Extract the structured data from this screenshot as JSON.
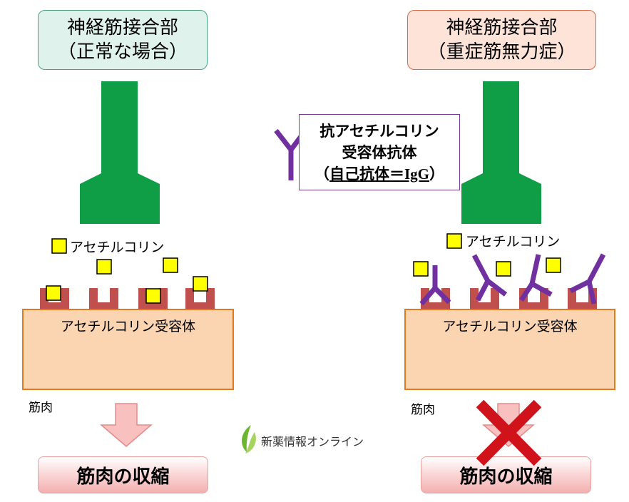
{
  "normal": {
    "title_line1": "神経筋接合部",
    "title_line2": "（正常な場合）",
    "ach_label": "アセチルコリン",
    "receptor_label": "アセチルコリン受容体",
    "muscle_label": "筋肉",
    "result": "筋肉の収縮"
  },
  "mg": {
    "title_line1": "神経筋接合部",
    "title_line2": "（重症筋無力症）",
    "ach_label": "アセチルコリン",
    "receptor_label": "アセチルコリン受容体",
    "muscle_label": "筋肉",
    "result": "筋肉の収縮"
  },
  "antibody_box": {
    "line1": "抗アセチルコリン",
    "line2": "受容体抗体",
    "line3_prefix": "（",
    "line3_main": "自己抗体＝",
    "line3_igg": "IgG",
    "line3_suffix": "）"
  },
  "logo": {
    "text": "新薬情報オンライン"
  },
  "colors": {
    "nerve": "#0f9e46",
    "ach": "#ffff00",
    "receptor": "#c0504d",
    "antibody": "#7030a0",
    "cross": "#d0121b",
    "muscle_fill": "#fbd4b2",
    "muscle_border": "#e07a1e"
  }
}
